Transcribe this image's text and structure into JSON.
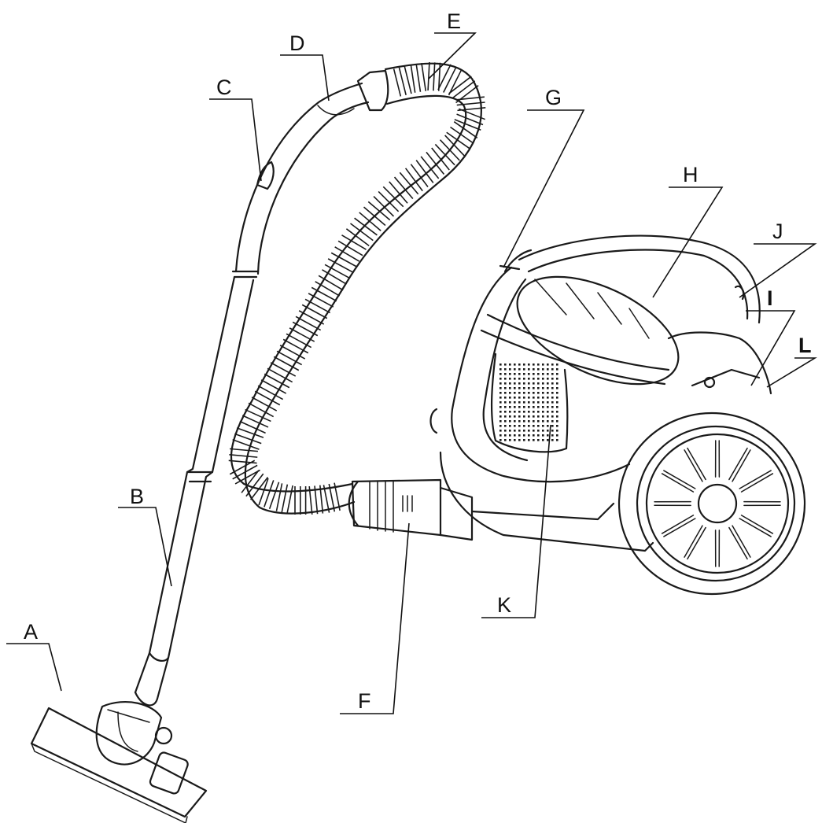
{
  "diagram": {
    "labels": {
      "A": "A",
      "B": "B",
      "C": "C",
      "D": "D",
      "E": "E",
      "F": "F",
      "G": "G",
      "H": "H",
      "I": "I",
      "J": "J",
      "K": "K",
      "L": "L"
    }
  }
}
